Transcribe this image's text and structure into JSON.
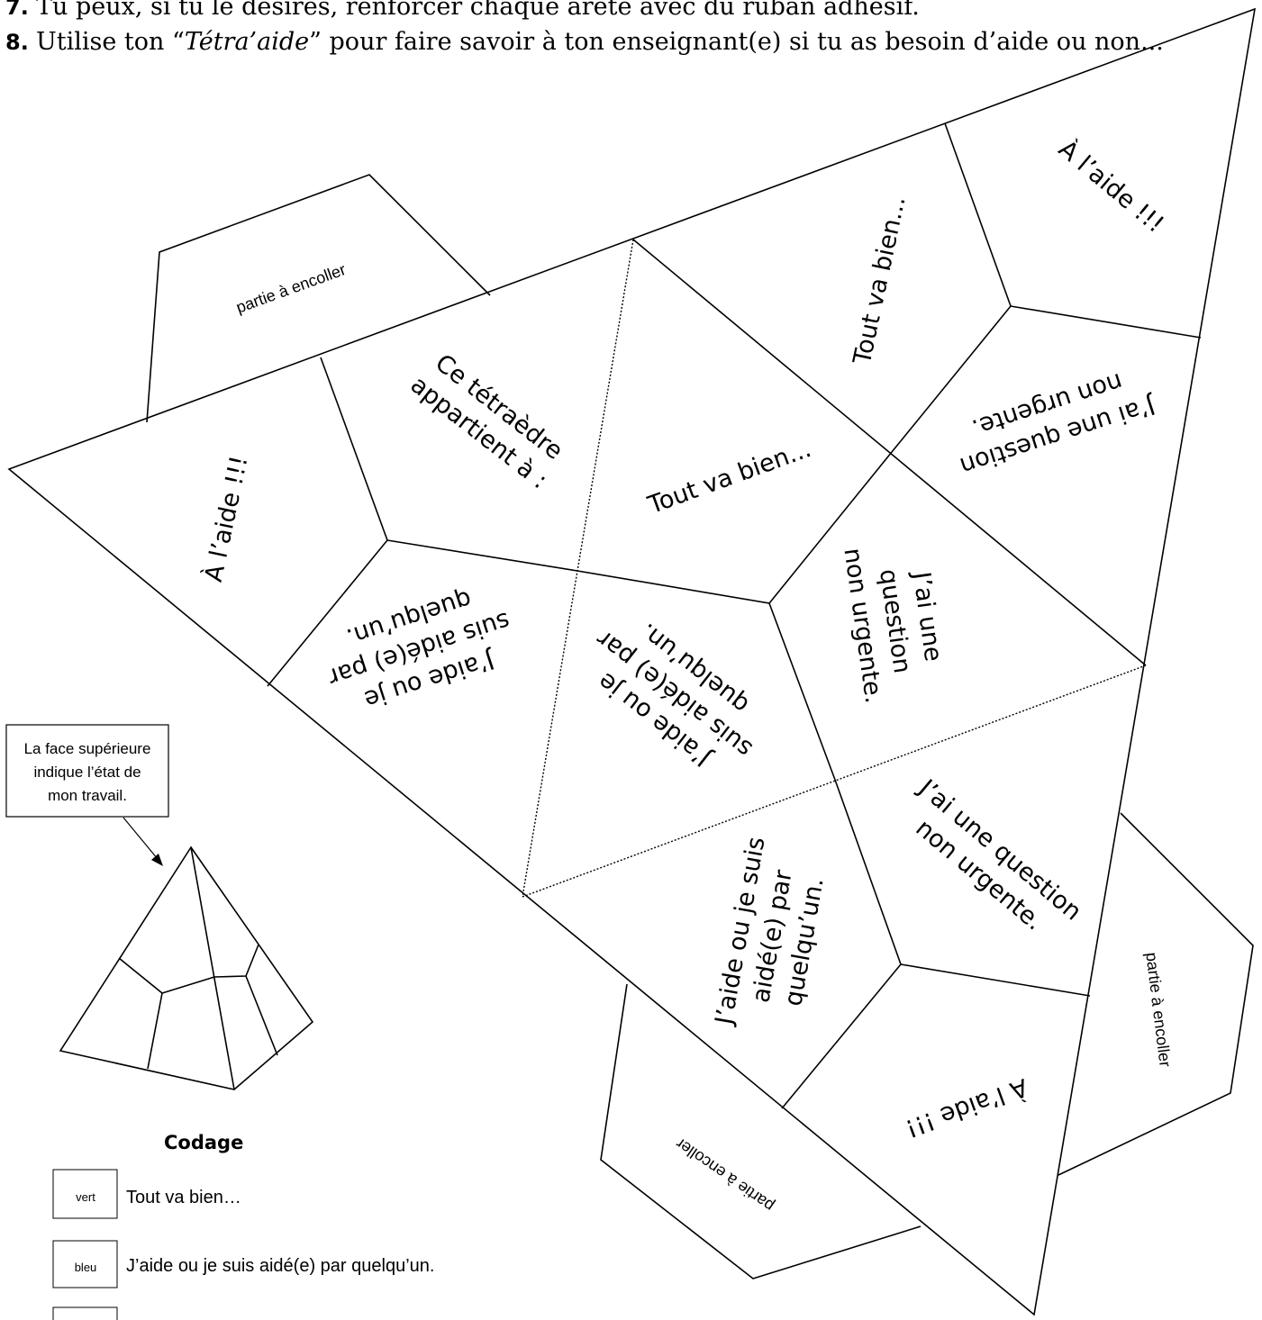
{
  "instructions": [
    {
      "num": "7.",
      "text": "Tu peux, si tu le désires, renforcer chaque arête avec du ruban adhésif."
    },
    {
      "num": "8.",
      "text_before": "Utilise ton “",
      "text_italic": "Tétra’aide",
      "text_after": "” pour faire savoir à ton enseignant(e) si tu as besoin d’aide ou non..."
    }
  ],
  "glue_tab_label": "partie à encoller",
  "faces": {
    "a_l_aide": "À l’aide !!!",
    "tout_va_bien": "Tout va bien...",
    "ce_tetraedre": [
      "Ce tétraèdre",
      "appartient à :"
    ],
    "question_non_urgente_2": [
      "J’ai une question",
      "non urgente."
    ],
    "question_non_urgente_3": [
      "J’ai une",
      "question",
      "non urgente."
    ],
    "aide_3": [
      "J’aide ou je",
      "suis aidé(e) par",
      "quelqu’un."
    ],
    "aide_4": [
      "J’aide ou je suis",
      "aidé(e) par",
      "quelqu’un."
    ]
  },
  "callout": [
    "La face supérieure",
    "indique l’état de",
    "mon travail."
  ],
  "legend": {
    "title": "Codage",
    "items": [
      {
        "color_word": "vert",
        "label": "Tout va bien…"
      },
      {
        "color_word": "bleu",
        "label": "J’aide ou je suis aidé(e) par quelqu’un."
      },
      {
        "color_word": "",
        "label": ""
      }
    ]
  }
}
